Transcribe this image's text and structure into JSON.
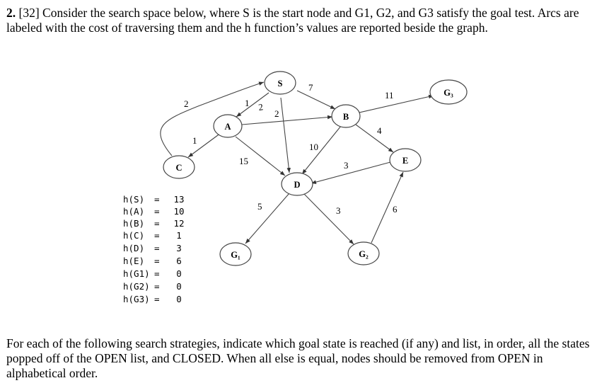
{
  "question": {
    "number": "2.",
    "points": "[32]",
    "text": "Consider the search space below, where S is the start node and G1, G2, and G3 satisfy the goal test. Arcs are labeled with the cost of traversing them and the h function’s values are reported beside the graph."
  },
  "graph": {
    "nodes": {
      "S": "S",
      "A": "A",
      "B": "B",
      "C": "C",
      "D": "D",
      "E": "E",
      "G1": "G₁",
      "G2": "G₂",
      "G3": "G₃"
    },
    "edges": [
      {
        "from": "S",
        "to": "B",
        "cost": "7"
      },
      {
        "from": "S",
        "to": "D",
        "cost": "2"
      },
      {
        "from": "S",
        "to": "A",
        "cost": "1"
      },
      {
        "from": "A",
        "to": "B",
        "cost": "2"
      },
      {
        "from": "A",
        "to": "C",
        "cost": "1"
      },
      {
        "from": "A",
        "to": "D",
        "cost": "15"
      },
      {
        "from": "C",
        "to": "S",
        "cost": "2"
      },
      {
        "from": "B",
        "to": "G3",
        "cost": "11"
      },
      {
        "from": "B",
        "to": "D",
        "cost": "10"
      },
      {
        "from": "B",
        "to": "E",
        "cost": "4"
      },
      {
        "from": "E",
        "to": "D",
        "cost": "3"
      },
      {
        "from": "D",
        "to": "G1",
        "cost": "5"
      },
      {
        "from": "D",
        "to": "G2",
        "cost": "3"
      },
      {
        "from": "G2",
        "to": "E",
        "cost": "6"
      }
    ]
  },
  "heuristic": [
    {
      "name": "h(S)",
      "eq": "=",
      "value": "13"
    },
    {
      "name": "h(A)",
      "eq": "=",
      "value": "10"
    },
    {
      "name": "h(B)",
      "eq": "=",
      "value": "12"
    },
    {
      "name": "h(C)",
      "eq": "=",
      "value": "1"
    },
    {
      "name": "h(D)",
      "eq": "=",
      "value": "3"
    },
    {
      "name": "h(E)",
      "eq": "=",
      "value": "6"
    },
    {
      "name": "h(G1)",
      "eq": "=",
      "value": "0"
    },
    {
      "name": "h(G2)",
      "eq": "=",
      "value": "0"
    },
    {
      "name": "h(G3)",
      "eq": "=",
      "value": "0"
    }
  ],
  "instructions": "For each of the following search strategies, indicate which goal state is reached (if any) and list, in order, all the states popped off of the OPEN list, and CLOSED. When all else is equal, nodes should be removed from OPEN in alphabetical order."
}
